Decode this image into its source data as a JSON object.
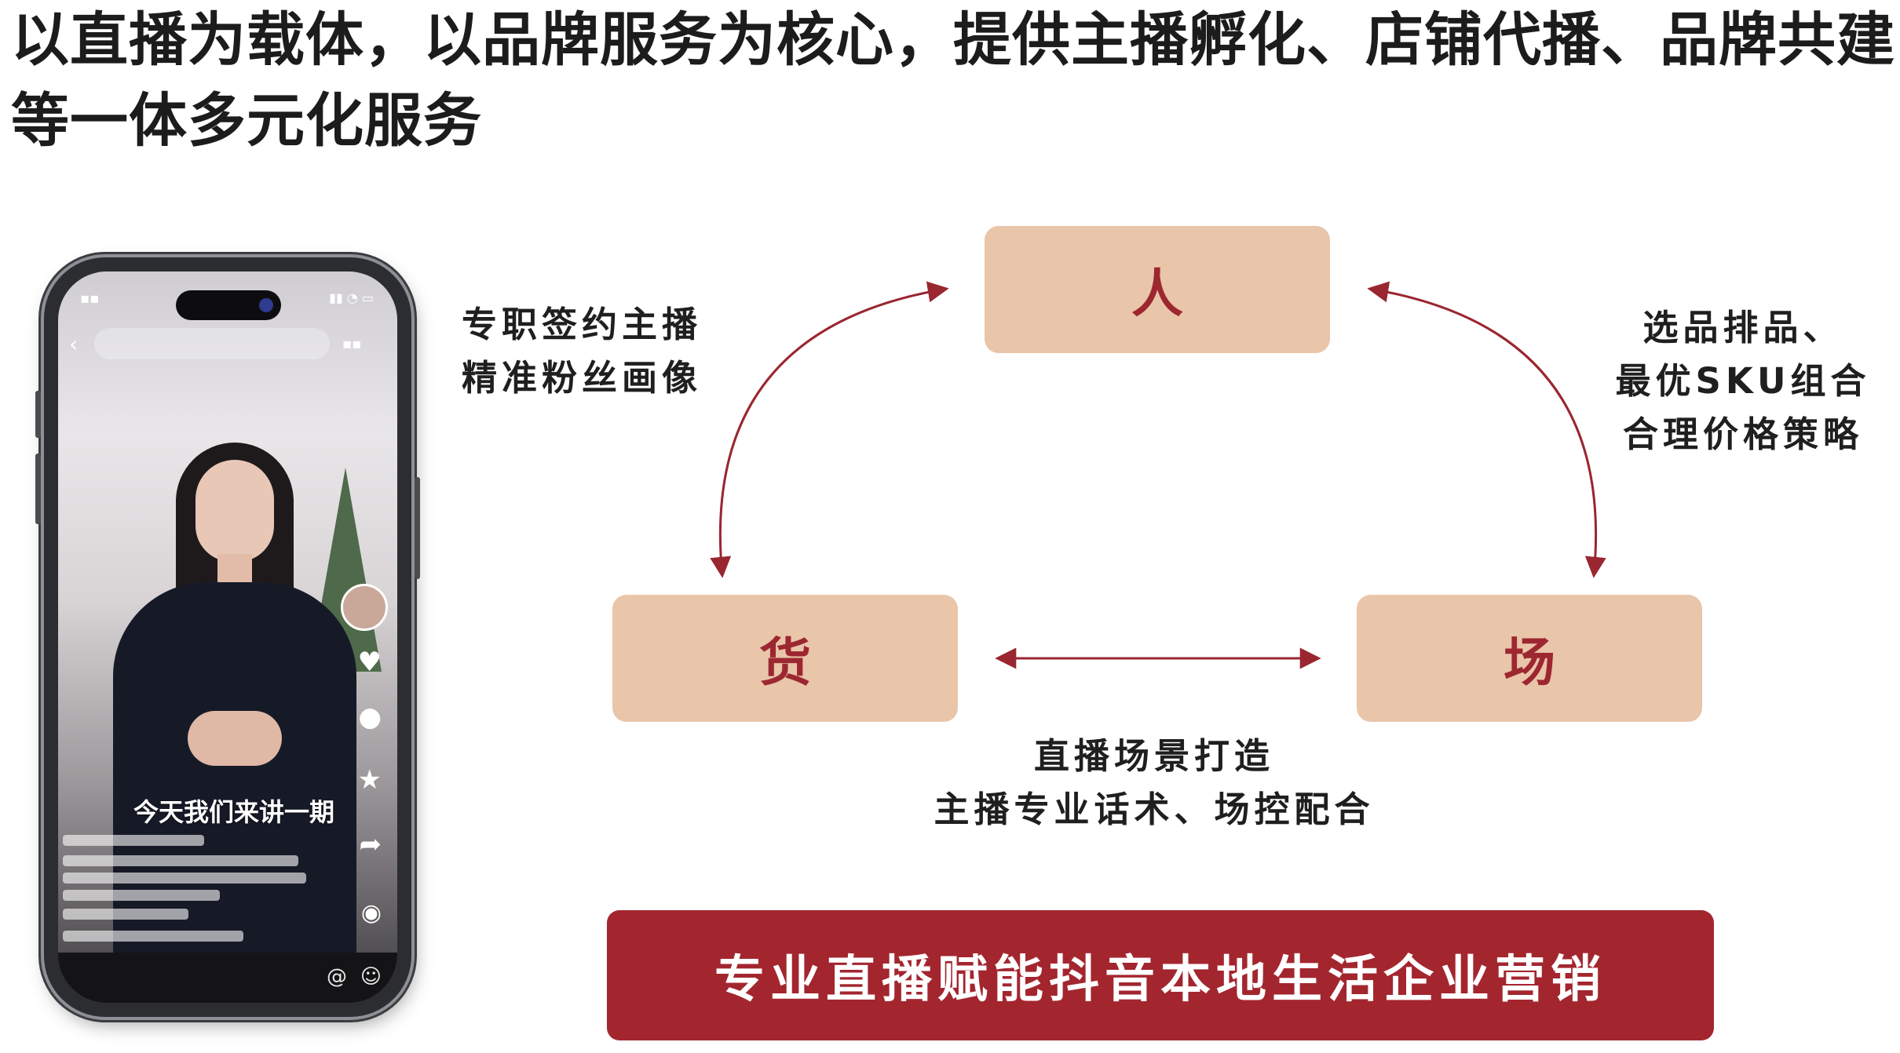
{
  "headline": {
    "line1": "以直播为载体，以品牌服务为核心，提供主播孵化、店铺代播、品牌共建",
    "line2": "等一体多元化服务"
  },
  "diagram": {
    "nodes": {
      "ren": "人",
      "huo": "货",
      "chang": "场"
    },
    "labels": {
      "left": [
        "专职签约主播",
        "精准粉丝画像"
      ],
      "right": [
        "选品排品、",
        "最优SKU组合",
        "合理价格策略"
      ],
      "bottom": [
        "直播场景打造",
        "主播专业话术、场控配合"
      ]
    },
    "arrow_color": "#9a2630",
    "node_color": "#e9c5a9",
    "node_text_color": "#9d2731"
  },
  "banner": {
    "text": "专业直播赋能抖音本地生活企业营销",
    "color": "#a3262f"
  },
  "phone": {
    "caption": "今天我们来讲一期"
  }
}
